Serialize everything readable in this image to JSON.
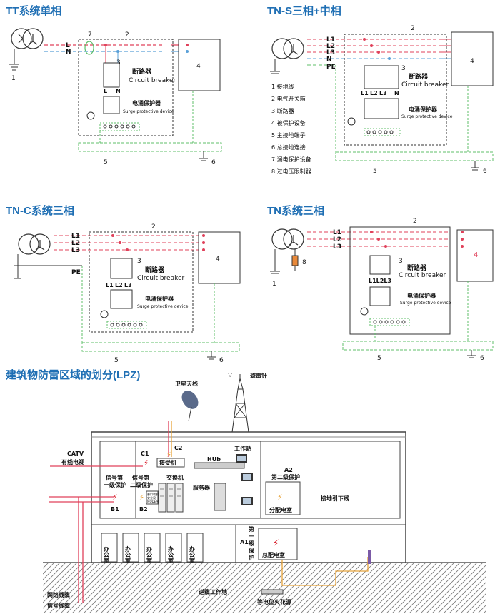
{
  "colors": {
    "title": "#1f6fb4",
    "phase_wire": "#e0405a",
    "neutral_wire": "#5aa0d8",
    "earth_wire": "#5fbf6a",
    "lightning_icon": "#d81e2a",
    "earth_rod": "#7b5aa6"
  },
  "tt": {
    "title": "TT系统单相",
    "wires": [
      "L",
      "N"
    ],
    "n7": "7",
    "n2": "2",
    "n3": "3",
    "n4": "4",
    "n5": "5",
    "n6": "6",
    "n1": "1",
    "breaker_cn": "断路器",
    "breaker_en": "Circuit breaker",
    "spd_cn": "电涌保护器",
    "spd_en": "Surge protective device",
    "term_l": "L",
    "term_n": "N"
  },
  "tns": {
    "title": "TN-S三相+中相",
    "wires": [
      "L1",
      "L2",
      "L3",
      "N",
      "PE"
    ],
    "n2": "2",
    "n3": "3",
    "n4": "4",
    "n5": "5",
    "n6": "6",
    "breaker_cn": "断路器",
    "breaker_en": "Circuit breaker",
    "spd_cn": "电涌保护器",
    "spd_en": "Surge protective device",
    "terms": [
      "L1",
      "L2",
      "L3",
      "N"
    ],
    "legend": [
      "1.接地线",
      "2.电气开关箱",
      "3.断路器",
      "4.被保护设备",
      "5.主接地端子",
      "6.总接地连接",
      "7.漏电保护设备",
      "8.过电压限制器"
    ]
  },
  "tnc": {
    "title": "TN-C系统三相",
    "wires": [
      "L1",
      "L2",
      "L3"
    ],
    "pe": "PE",
    "n2": "2",
    "n3": "3",
    "n4": "4",
    "n5": "5",
    "n6": "6",
    "breaker_cn": "断路器",
    "breaker_en": "Circuit breaker",
    "spd_cn": "电涌保护器",
    "spd_en": "Surge protective device",
    "terms": [
      "L1",
      "L2",
      "L3"
    ]
  },
  "tn": {
    "title": "TN系统三相",
    "wires": [
      "L1",
      "L2",
      "L3"
    ],
    "n2": "2",
    "n3": "3",
    "n4": "4",
    "n5": "5",
    "n6": "6",
    "n8": "8",
    "n1": "1",
    "breaker_cn": "断路器",
    "breaker_en": "Circuit breaker",
    "spd_cn": "电涌保护器",
    "spd_en": "Surge protective device",
    "terms": "L1L2L3"
  },
  "lpz": {
    "title": "建筑物防雷区域的划分(LPZ)",
    "satellite": "卫星天线",
    "lightning_rod": "避雷针",
    "catv_1": "CATV",
    "catv_2": "有线电视",
    "c1": "C1",
    "c2": "C2",
    "receiver": "接受机",
    "hub": "HUb",
    "workstation": "工作站",
    "a2": "A2",
    "second_level": "第二级保护",
    "switch": "交换机",
    "server": "服务器",
    "sig1_a": "信号第",
    "sig1_b": "一级保护",
    "sig2_a": "信号第",
    "sig2_b": "二级保护",
    "modem_1": "暴口收发",
    "modem_2": "安全设",
    "modem_3": "MODEM",
    "b1": "B1",
    "b2": "B2",
    "down_conductor": "接地引下线",
    "dist_box": "分配电室",
    "first_level": [
      "第",
      "一",
      "级",
      "保",
      "护"
    ],
    "a1": "A1",
    "main_dist": "总配电室",
    "office": "办公室",
    "network_cable": "网络线缆",
    "signal_cable": "信号线缆",
    "cable_site": "逆缆工作地",
    "equipotential": "等电位火花源"
  }
}
